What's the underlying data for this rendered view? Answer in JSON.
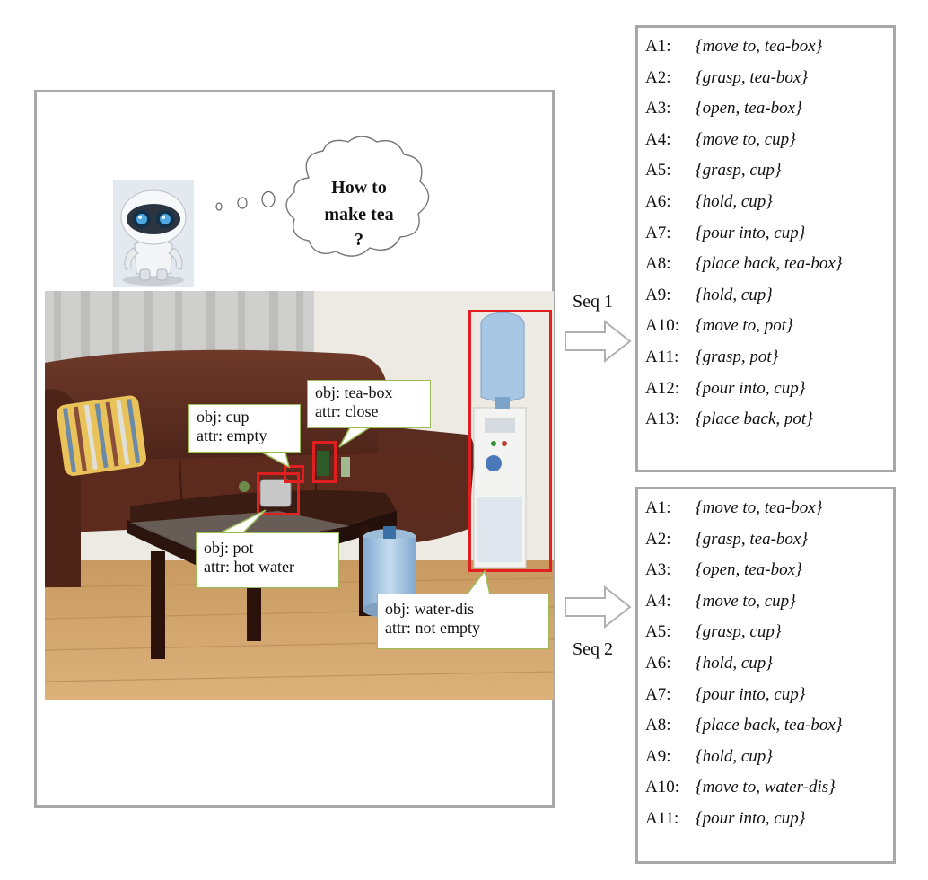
{
  "thought": {
    "line1": "How to",
    "line2": "make tea ?"
  },
  "callouts": [
    {
      "id": "tea-box",
      "obj": "obj: tea-box",
      "attr": "attr: close"
    },
    {
      "id": "cup",
      "obj": "obj: cup",
      "attr": "attr: empty"
    },
    {
      "id": "pot",
      "obj": "obj: pot",
      "attr": "attr: hot water"
    },
    {
      "id": "water-dis",
      "obj": "obj: water-dis",
      "attr": "attr: not empty"
    }
  ],
  "sequences": [
    {
      "label": "Seq 1",
      "items": [
        {
          "id": "A1:",
          "action": "{move to, tea-box}"
        },
        {
          "id": "A2:",
          "action": "{grasp, tea-box}"
        },
        {
          "id": "A3:",
          "action": "{open, tea-box}"
        },
        {
          "id": "A4:",
          "action": "{move to, cup}"
        },
        {
          "id": "A5:",
          "action": "{grasp, cup}"
        },
        {
          "id": "A6:",
          "action": "{hold, cup}"
        },
        {
          "id": "A7:",
          "action": "{pour into, cup}"
        },
        {
          "id": "A8:",
          "action": "{place back, tea-box}"
        },
        {
          "id": "A9:",
          "action": "{hold, cup}"
        },
        {
          "id": "A10:",
          "action": "{move to, pot}"
        },
        {
          "id": "A11:",
          "action": "{grasp, pot}"
        },
        {
          "id": "A12:",
          "action": "{pour into, cup}"
        },
        {
          "id": "A13:",
          "action": "{place back, pot}"
        }
      ]
    },
    {
      "label": "Seq 2",
      "items": [
        {
          "id": "A1:",
          "action": "{move to, tea-box}"
        },
        {
          "id": "A2:",
          "action": "{grasp, tea-box}"
        },
        {
          "id": "A3:",
          "action": "{open, tea-box}"
        },
        {
          "id": "A4:",
          "action": "{move to, cup}"
        },
        {
          "id": "A5:",
          "action": "{grasp, cup}"
        },
        {
          "id": "A6:",
          "action": "{hold, cup}"
        },
        {
          "id": "A7:",
          "action": "{pour into, cup}"
        },
        {
          "id": "A8:",
          "action": "{place back, tea-box}"
        },
        {
          "id": "A9:",
          "action": "{hold, cup}"
        },
        {
          "id": "A10:",
          "action": "{move to, water-dis}"
        },
        {
          "id": "A11:",
          "action": "{pour into, cup}"
        }
      ]
    }
  ],
  "colors": {
    "frame": "#a8a8a8",
    "detection": "#e02020",
    "callout_border": "#9bbb59"
  }
}
